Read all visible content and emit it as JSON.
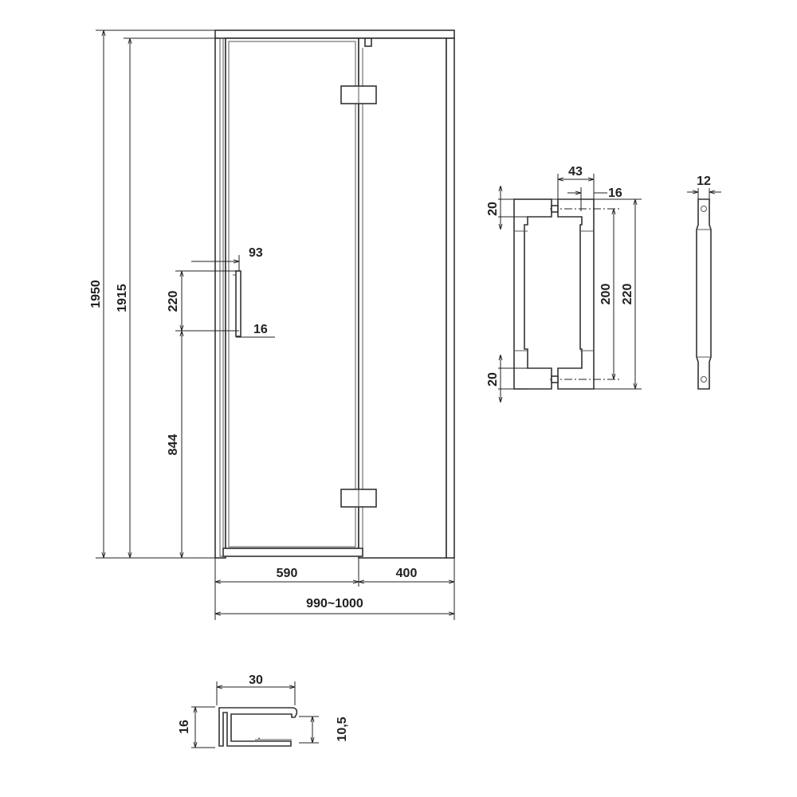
{
  "main_view": {
    "dims": {
      "total_height": "1950",
      "glass_height": "1915",
      "handle_length": "220",
      "handle_height_from_floor": "844",
      "handle_offset": "93",
      "handle_diameter": "16",
      "door_width": "590",
      "fixed_panel_width": "400",
      "total_width": "990~1000"
    }
  },
  "handle_detail": {
    "dims": {
      "depth": "43",
      "bar": "16",
      "top_block": "20",
      "bottom_block": "20",
      "center_distance": "200",
      "overall_length": "220",
      "side_width": "12"
    }
  },
  "profile_detail": {
    "dims": {
      "width": "30",
      "height": "16",
      "inner_height": "10,5"
    }
  },
  "colors": {
    "line": "#222222",
    "text": "#222222"
  }
}
